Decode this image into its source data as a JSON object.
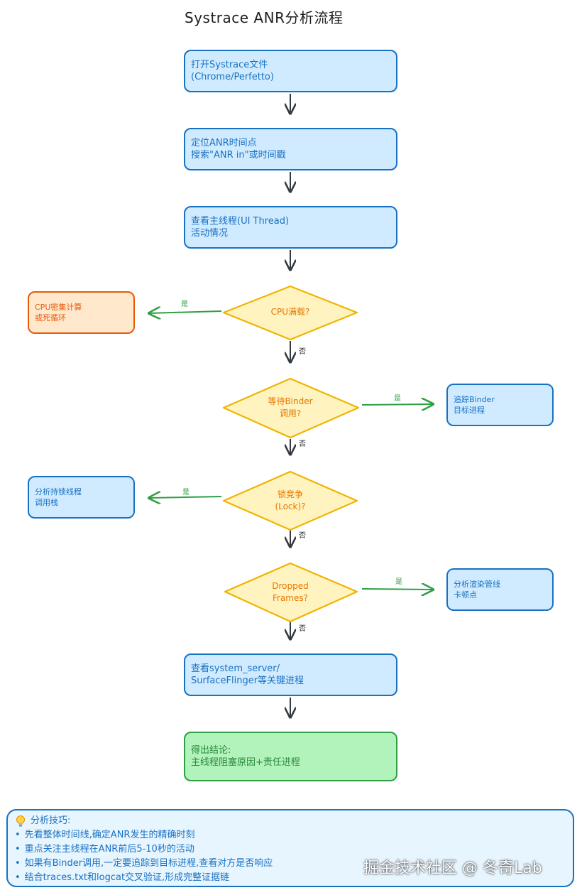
{
  "title": "Systrace ANR分析流程",
  "nodes": {
    "open_file": [
      "打开Systrace文件",
      "(Chrome/Perfetto)"
    ],
    "locate_anr": [
      "定位ANR时间点",
      "搜索\"ANR in\"或时间戳"
    ],
    "main_thread": [
      "查看主线程(UI Thread)",
      "活动情况"
    ],
    "cpu_result": [
      "CPU密集计算",
      "或死循环"
    ],
    "binder_result": [
      "追踪Binder",
      "目标进程"
    ],
    "lock_result": [
      "分析持锁线程",
      "调用栈"
    ],
    "frames_result": [
      "分析渲染管线",
      "卡顿点"
    ],
    "system_server": [
      "查看system_server/",
      "SurfaceFlinger等关键进程"
    ],
    "conclusion": [
      "得出结论:",
      "主线程阻塞原因+责任进程"
    ]
  },
  "decisions": {
    "cpu": [
      "CPU满载?"
    ],
    "binder": [
      "等待Binder",
      "调用?"
    ],
    "lock": [
      "锁竞争",
      "(Lock)?"
    ],
    "frames": [
      "Dropped",
      "Frames?"
    ]
  },
  "edge_labels": {
    "yes": "是",
    "no": "否"
  },
  "tips": {
    "icon": "lightbulb-icon",
    "title": "分析技巧:",
    "items": [
      "先看整体时间线,确定ANR发生的精确时刻",
      "重点关注主线程在ANR前后5-10秒的活动",
      "如果有Binder调用,一定要追踪到目标进程,查看对方是否响应",
      "结合traces.txt和logcat交叉验证,形成完整证据链"
    ]
  },
  "watermark": "掘金技术社区 @ 冬奇Lab",
  "colors": {
    "blue_stroke": "#1971c2",
    "blue_fill": "#d0ebff",
    "yellow_stroke": "#f0b400",
    "yellow_fill": "#fff3bf",
    "orange_stroke": "#e8590c",
    "orange_fill": "#ffe8cc",
    "green_stroke": "#2f9e44",
    "green_fill": "#b2f2bb",
    "arrow_dark": "#343a40",
    "arrow_green": "#2f9e44"
  }
}
